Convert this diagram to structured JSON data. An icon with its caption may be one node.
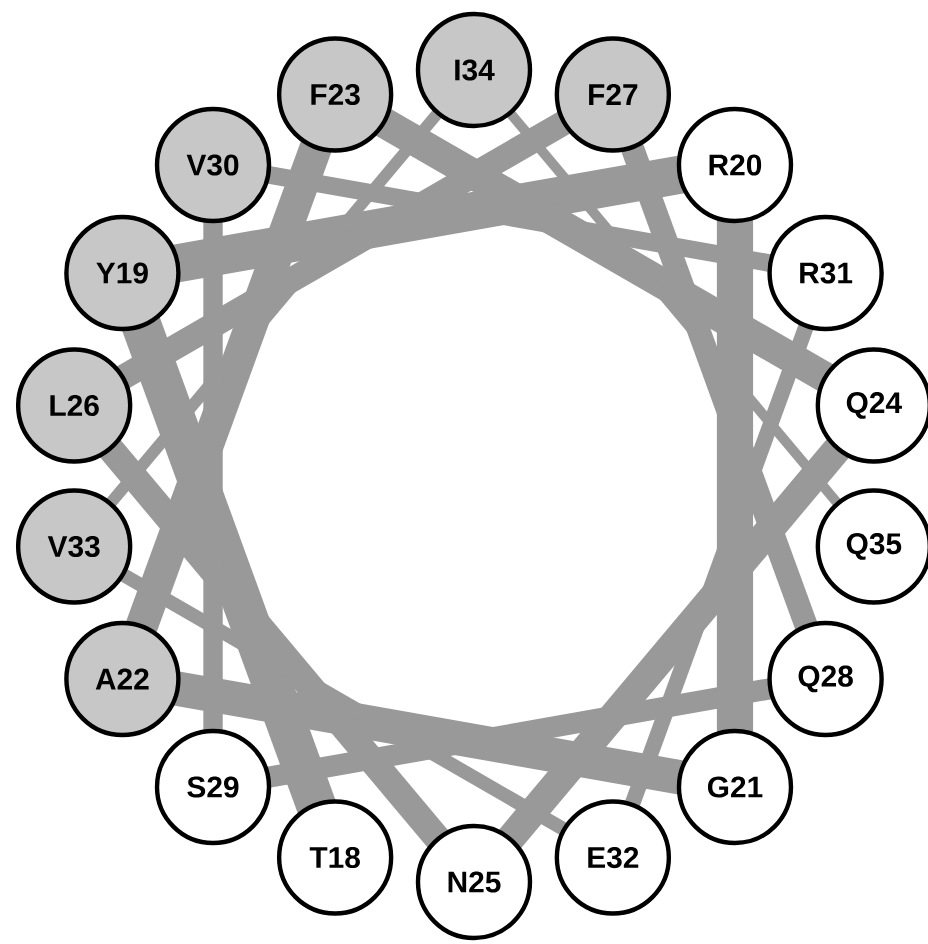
{
  "diagram": {
    "nodes": [
      {
        "text": [
          "T18"
        ]
      },
      {
        "text": [
          "Y19"
        ]
      },
      {
        "text": [
          "R20"
        ]
      },
      {
        "text": [
          "G21"
        ]
      },
      {
        "text": [
          "A22"
        ]
      },
      {
        "text": [
          "F23"
        ]
      },
      {
        "text": [
          "Q24"
        ]
      },
      {
        "text": [
          "N25"
        ]
      },
      {
        "text": [
          "L26"
        ]
      },
      {
        "text": [
          "F27"
        ]
      },
      {
        "text": [
          "Q28"
        ]
      },
      {
        "text": [
          "S29"
        ]
      },
      {
        "text": [
          "V30"
        ]
      },
      {
        "text": [
          "R31"
        ]
      },
      {
        "text": [
          "E32"
        ]
      },
      {
        "text": [
          "V33"
        ]
      },
      {
        "text": [
          "I34"
        ]
      },
      {
        "text": [
          "Q35"
        ]
      }
    ],
    "edges": [
      {
        "from": 0,
        "to": 1,
        "arrow": "none"
      },
      {
        "from": 1,
        "to": 2,
        "arrow": "none"
      },
      {
        "from": 2,
        "to": 3,
        "arrow": "none"
      },
      {
        "from": 3,
        "to": 4,
        "arrow": "none"
      },
      {
        "from": 4,
        "to": 5,
        "arrow": "none"
      },
      {
        "from": 5,
        "to": 6,
        "arrow": "none"
      },
      {
        "from": 6,
        "to": 7,
        "arrow": "none"
      },
      {
        "from": 7,
        "to": 8,
        "arrow": "none"
      },
      {
        "from": 8,
        "to": 9,
        "arrow": "none"
      },
      {
        "from": 9,
        "to": 10,
        "arrow": "none"
      },
      {
        "from": 10,
        "to": 11,
        "arrow": "none"
      },
      {
        "from": 11,
        "to": 12,
        "arrow": "none"
      },
      {
        "from": 12,
        "to": 13,
        "arrow": "none"
      },
      {
        "from": 13,
        "to": 14,
        "arrow": "none"
      },
      {
        "from": 14,
        "to": 15,
        "arrow": "none"
      },
      {
        "from": 15,
        "to": 16,
        "arrow": "none"
      },
      {
        "from": 16,
        "to": 17,
        "arrow": "none"
      }
    ]
  }
}
